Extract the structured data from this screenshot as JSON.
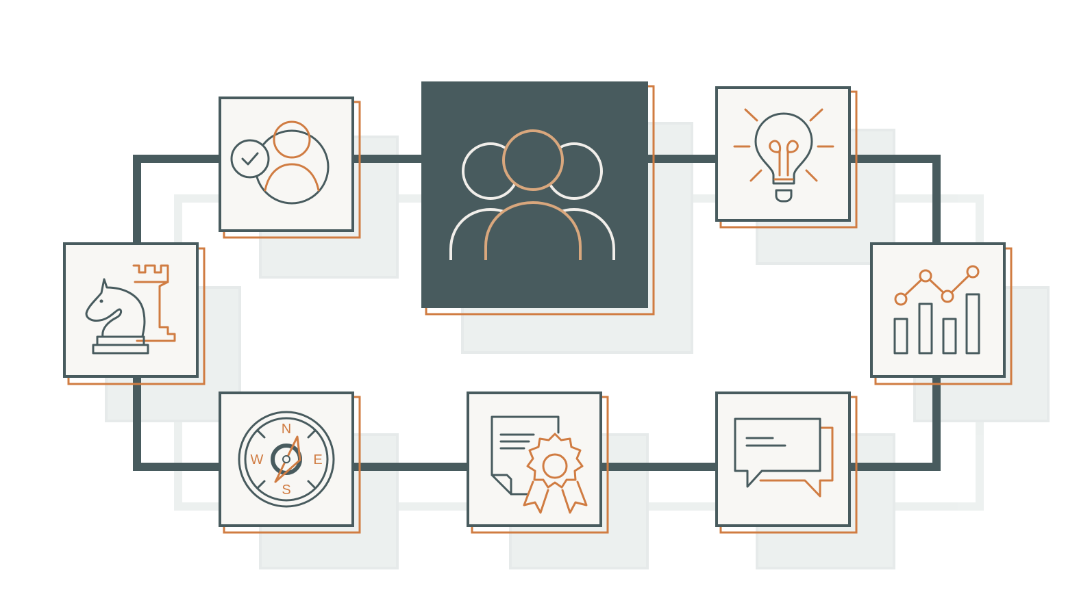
{
  "colors": {
    "dark": "#485b5e",
    "accent": "#d07c42",
    "background": "#ffffff",
    "tile": "#f8f7f4",
    "shadow": "#e8edec"
  },
  "nodes": [
    {
      "id": "team",
      "icon": "team-icon",
      "emphasis": "center"
    },
    {
      "id": "verified-user",
      "icon": "verified-user-icon"
    },
    {
      "id": "strategy",
      "icon": "chess-pieces-icon"
    },
    {
      "id": "navigation",
      "icon": "compass-icon"
    },
    {
      "id": "certificate",
      "icon": "certificate-award-icon"
    },
    {
      "id": "discussion",
      "icon": "chat-bubbles-icon"
    },
    {
      "id": "analytics",
      "icon": "bar-line-chart-icon"
    },
    {
      "id": "ideas",
      "icon": "lightbulb-icon"
    }
  ],
  "compass": {
    "n": "N",
    "s": "S",
    "e": "E",
    "w": "W"
  }
}
